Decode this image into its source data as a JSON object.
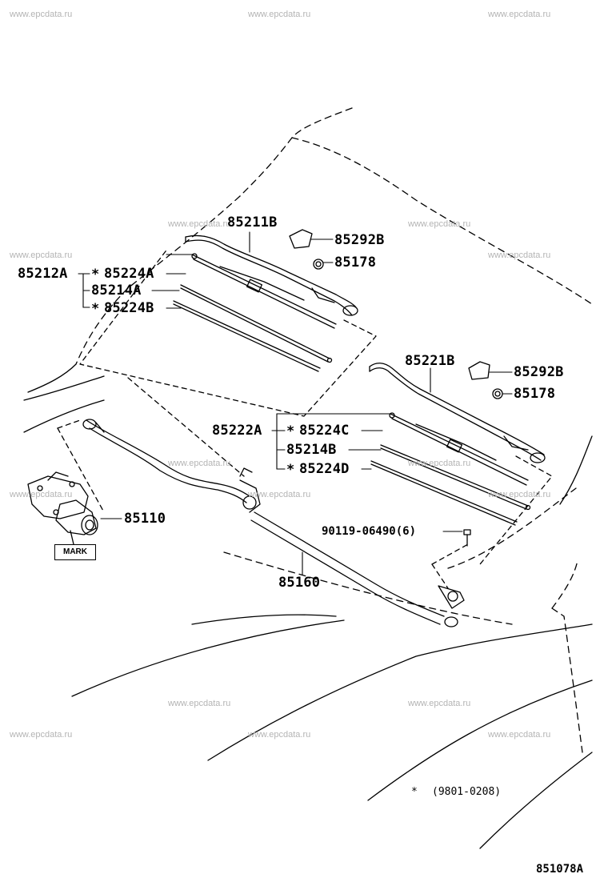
{
  "watermarks": [
    "www.epcdata.ru"
  ],
  "parts": {
    "arm_left": "85211B",
    "cap_left": "85292B",
    "nut_left": "85178",
    "blade_left": "85212A",
    "insert_a": "85224A",
    "rubber_left": "85214A",
    "insert_b": "85224B",
    "arm_right": "85221B",
    "cap_right": "85292B",
    "nut_right": "85178",
    "blade_right": "85222A",
    "insert_c": "85224C",
    "rubber_right": "85214B",
    "insert_d": "85224D",
    "bolt": "90119-06490(6)",
    "motor": "85110",
    "link": "85160"
  },
  "mark_label": "MARK",
  "asterisk": "*",
  "footnote": {
    "symbol": "*",
    "range": "(9801-0208)"
  },
  "figure_code": "851078A"
}
